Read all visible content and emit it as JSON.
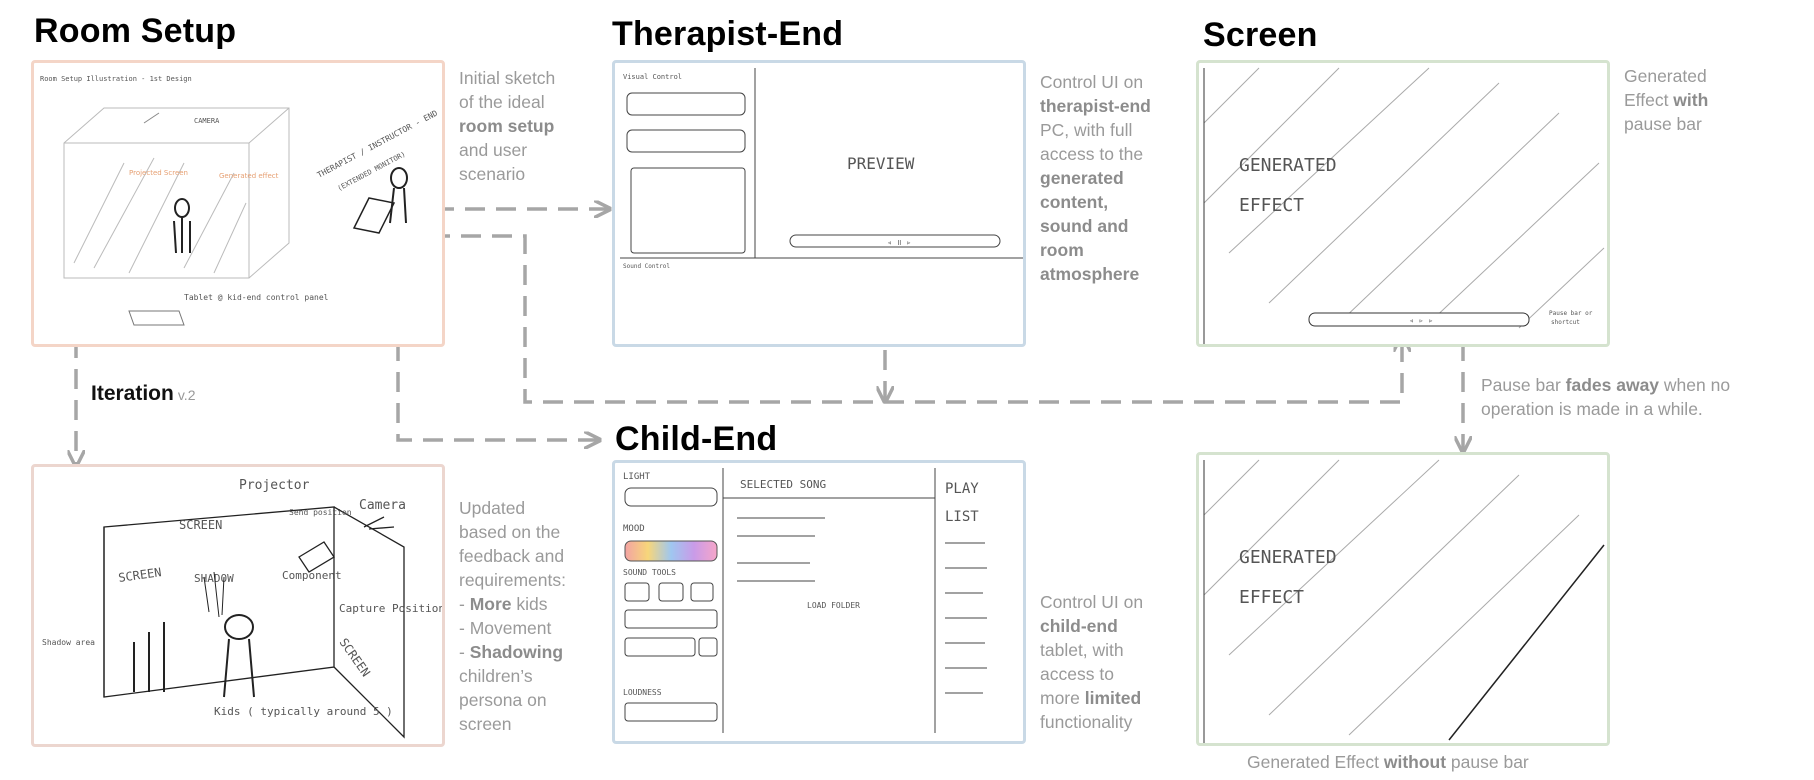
{
  "titles": {
    "room_setup": "Room Setup",
    "therapist_end": "Therapist-End",
    "screen": "Screen",
    "child_end": "Child-End"
  },
  "iteration": {
    "label": "Iteration",
    "version": "v.2"
  },
  "captions": {
    "room_sketch": [
      {
        "t": "Initial sketch"
      },
      {
        "t": "of the ideal"
      },
      {
        "t": "",
        "b": "room setup"
      },
      {
        "t": "and user"
      },
      {
        "t": "scenario"
      }
    ],
    "therapist": [
      {
        "t": "Control UI on"
      },
      {
        "t": "",
        "b": "therapist-end"
      },
      {
        "t": "PC, with full"
      },
      {
        "t": "access to the"
      },
      {
        "t": "",
        "b": "generated"
      },
      {
        "t": "",
        "b": "content,"
      },
      {
        "t": "",
        "b": "sound and"
      },
      {
        "t": "",
        "b": "room"
      },
      {
        "t": "",
        "b": "atmosphere"
      }
    ],
    "screen_with": {
      "pre": "Generated",
      "line2_pre": "Effect ",
      "bold": "with",
      "line3": "pause bar"
    },
    "pause_fade": {
      "pre": "Pause bar ",
      "bold": "fades away",
      "post": " when no",
      "line2": "operation is made in a while."
    },
    "updated": [
      {
        "t": "Updated"
      },
      {
        "t": "based on the"
      },
      {
        "t": "feedback and"
      },
      {
        "t": "requirements:"
      },
      {
        "t": "- ",
        "b": "More",
        "a": " kids"
      },
      {
        "t": "- Movement"
      },
      {
        "t": "- ",
        "b": "Shadowing"
      },
      {
        "t": "children’s"
      },
      {
        "t": "persona on"
      },
      {
        "t": "screen"
      }
    ],
    "child": [
      {
        "t": "Control UI on"
      },
      {
        "t": "",
        "b": "child-end"
      },
      {
        "t": "tablet, with"
      },
      {
        "t": "access to"
      },
      {
        "t": "more ",
        "b": "limited"
      },
      {
        "t": "functionality"
      }
    ],
    "without": {
      "pre": "Generated Effect ",
      "bold": "without",
      "post": " pause bar"
    }
  },
  "sketch_text": {
    "room": {
      "heading": "Room Setup Illustration - 1st Design",
      "camera": "CAMERA",
      "therapist": "THERAPIST / INSTRUCTOR - END",
      "extended": "(EXTENDED MONITOR)",
      "tablet": "Tablet @ kid-end control panel",
      "screen_lbl": "Projected Screen",
      "generated_lbl": "Generated effect"
    },
    "therapist": {
      "visual_control": "Visual Control",
      "preview": "PREVIEW",
      "sound_control": "Sound Control"
    },
    "screen": {
      "line1": "GENERATED",
      "line2": "EFFECT",
      "note1": "Pause bar or",
      "note2": "shortcut"
    },
    "child": {
      "light": "LIGHT",
      "mood": "MOOD",
      "sound_tools": "SOUND TOOLS",
      "loudness": "LOUDNESS",
      "selected_song": "SELECTED  SONG",
      "load_folder": "LOAD FOLDER",
      "play": "PLAY",
      "list": "LIST"
    },
    "updated": {
      "projector": "Projector",
      "camera": "Camera",
      "screen1": "SCREEN",
      "screen2": "SCREEN",
      "screen3": "SCREEN",
      "shadow": "SHADOW",
      "component": "Component",
      "capture": "Capture Position",
      "shadow_area": "Shadow area",
      "kids": "Kids ( typically around 5 )",
      "send": "Send position"
    }
  }
}
